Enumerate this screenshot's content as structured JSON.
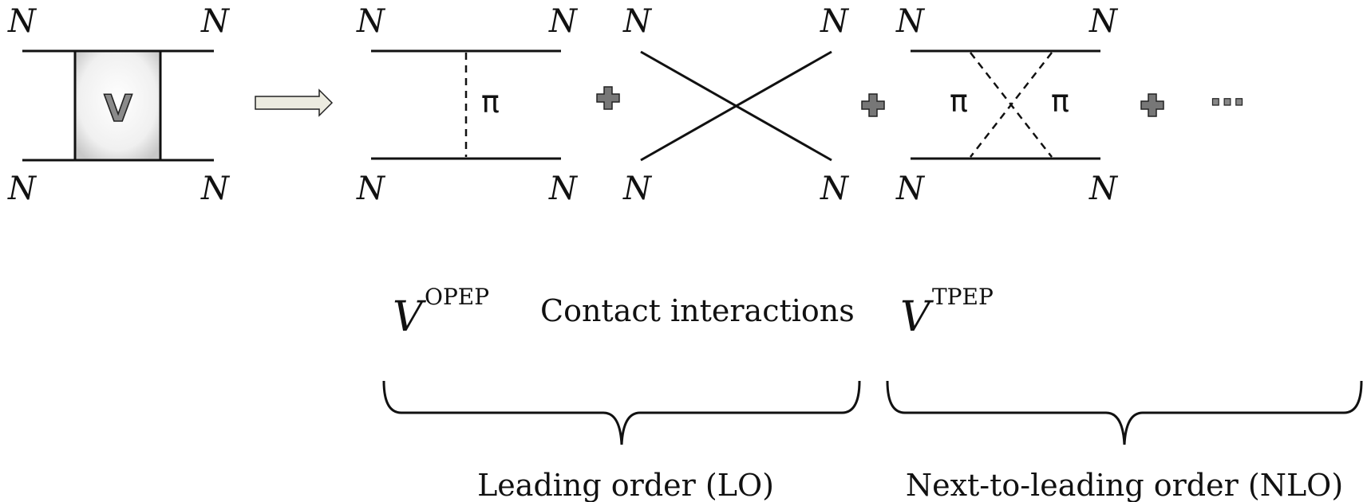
{
  "nucleon": "N",
  "box_label": "V",
  "pion": "π",
  "plus": "+",
  "ellipsis": "…",
  "potentials": {
    "opep_base": "V",
    "opep_sup": "OPEP",
    "contact": "Contact interactions",
    "tpep_base": "V",
    "tpep_sup": "TPEP"
  },
  "orders": {
    "lo": "Leading order (LO)",
    "nlo": "Next-to-leading order (NLO)"
  },
  "colors": {
    "ink": "#111111",
    "box_fill_light": "#ffffff",
    "box_fill_dark": "#cfcfcf",
    "arrow_fill": "#ecebe0",
    "plus_fill": "#777777"
  }
}
